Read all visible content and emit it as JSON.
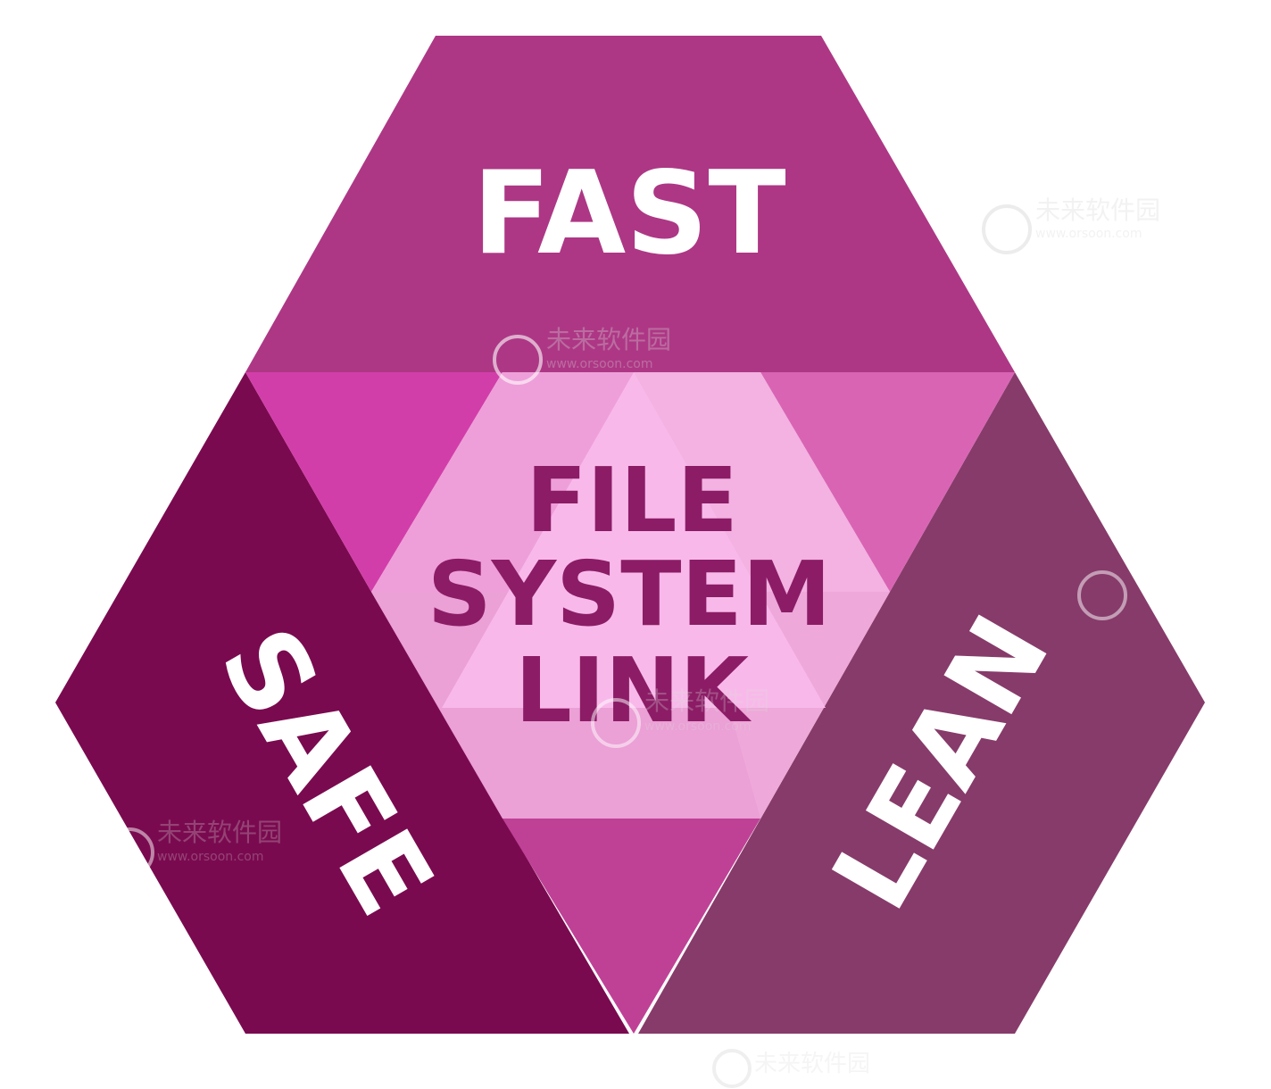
{
  "diagram": {
    "segments": {
      "top": {
        "label": "FAST",
        "color": "#ad3785"
      },
      "left": {
        "label": "SAFE",
        "color": "#7a0a4f"
      },
      "right": {
        "label": "LEAN",
        "color": "#873b6a"
      }
    },
    "center": {
      "lines": [
        "FILE",
        "SYSTEM",
        "LINK"
      ],
      "text_color": "#8c1c66"
    },
    "watermark": {
      "name": "未来软件园",
      "url": "www.orsoon.com"
    }
  }
}
